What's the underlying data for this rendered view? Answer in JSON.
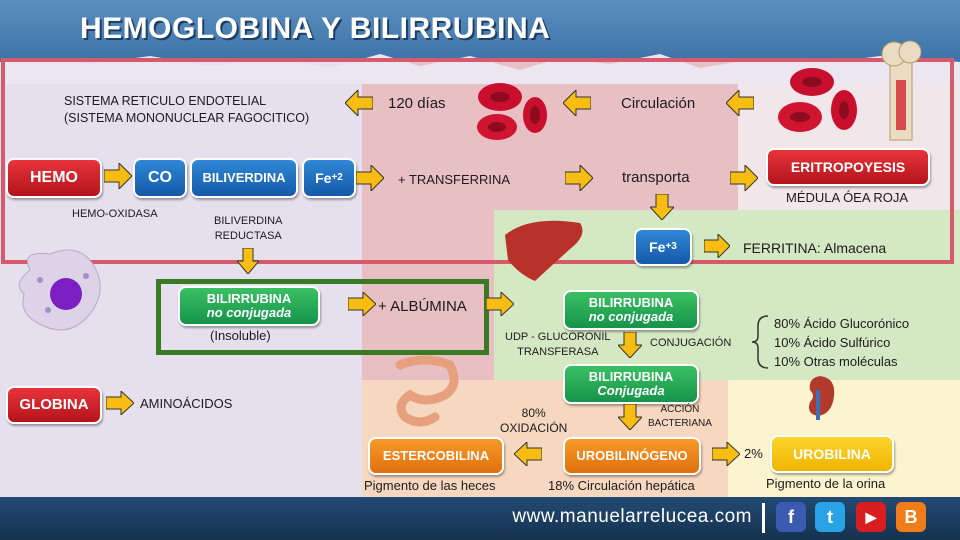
{
  "title": "HEMOGLOBINA Y BILIRRUBINA",
  "heme_row": {
    "hemo": "HEMO",
    "co": "CO",
    "biliverdina": "BILIVERDINA",
    "fe2": "Fe",
    "fe2_sup": "+2",
    "hemo_oxidasa": "HEMO-OXIDASA",
    "biliverdina_reductasa": [
      "BILIVERDINA",
      "REDUCTASA"
    ]
  },
  "top_flow": {
    "sistema": [
      "SISTEMA RETICULO ENDOTELIAL",
      "(SISTEMA MONONUCLEAR FAGOCITICO)"
    ],
    "dias": "120 días",
    "circulacion": "Circulación",
    "transferrina": "+ TRANSFERRINA",
    "transporta": "transporta",
    "eritropoyesis": "ERITROPOYESIS",
    "medula": "MÉDULA ÓEA ROJA",
    "fe3": "Fe",
    "fe3_sup": "+3",
    "ferritina": "FERRITINA: Almacena"
  },
  "bilirrubina_nc_left": {
    "line1": "BILIRRUBINA",
    "line2": "no conjugada",
    "insoluble": "(Insoluble)",
    "albumina": "+ ALBÚMINA"
  },
  "liver": {
    "nc_line1": "BILIRRUBINA",
    "nc_line2": "no conjugada",
    "udp": [
      "UDP - GLUCORONIL",
      "TRANSFERASA"
    ],
    "conjugacion": "CONJUGACIÓN",
    "percent_list": [
      "80% Ácido Glucorónico",
      "10% Ácido Sulfúrico",
      "10% Otras moléculas"
    ],
    "c_line1": "BILIRRUBINA",
    "c_line2": "Conjugada"
  },
  "intestine": {
    "accion": [
      "ACCIÓN",
      "BACTERIANA"
    ],
    "oxidacion": [
      "80%",
      "OXIDACIÓN"
    ],
    "urobilinogeno": "UROBILINÓGENO",
    "estercobilina": "ESTERCOBILINA",
    "pigmento_heces": "Pigmento de las heces",
    "circulacion_hepatica": "18% Circulación hepática",
    "two_percent": "2%",
    "urobilina": "UROBILINA",
    "pigmento_orina": "Pigmento de la orina"
  },
  "globina": {
    "label": "GLOBINA",
    "aminoacidos": "AMINOÁCIDOS"
  },
  "footer": {
    "site": "www.manuelarrelucea.com",
    "icons": [
      "f",
      "t",
      "▶",
      "B"
    ]
  },
  "colors": {
    "highlight_red": "#d55a6c",
    "highlight_green": "#3a7a24",
    "arrow": "#f7bd12"
  }
}
